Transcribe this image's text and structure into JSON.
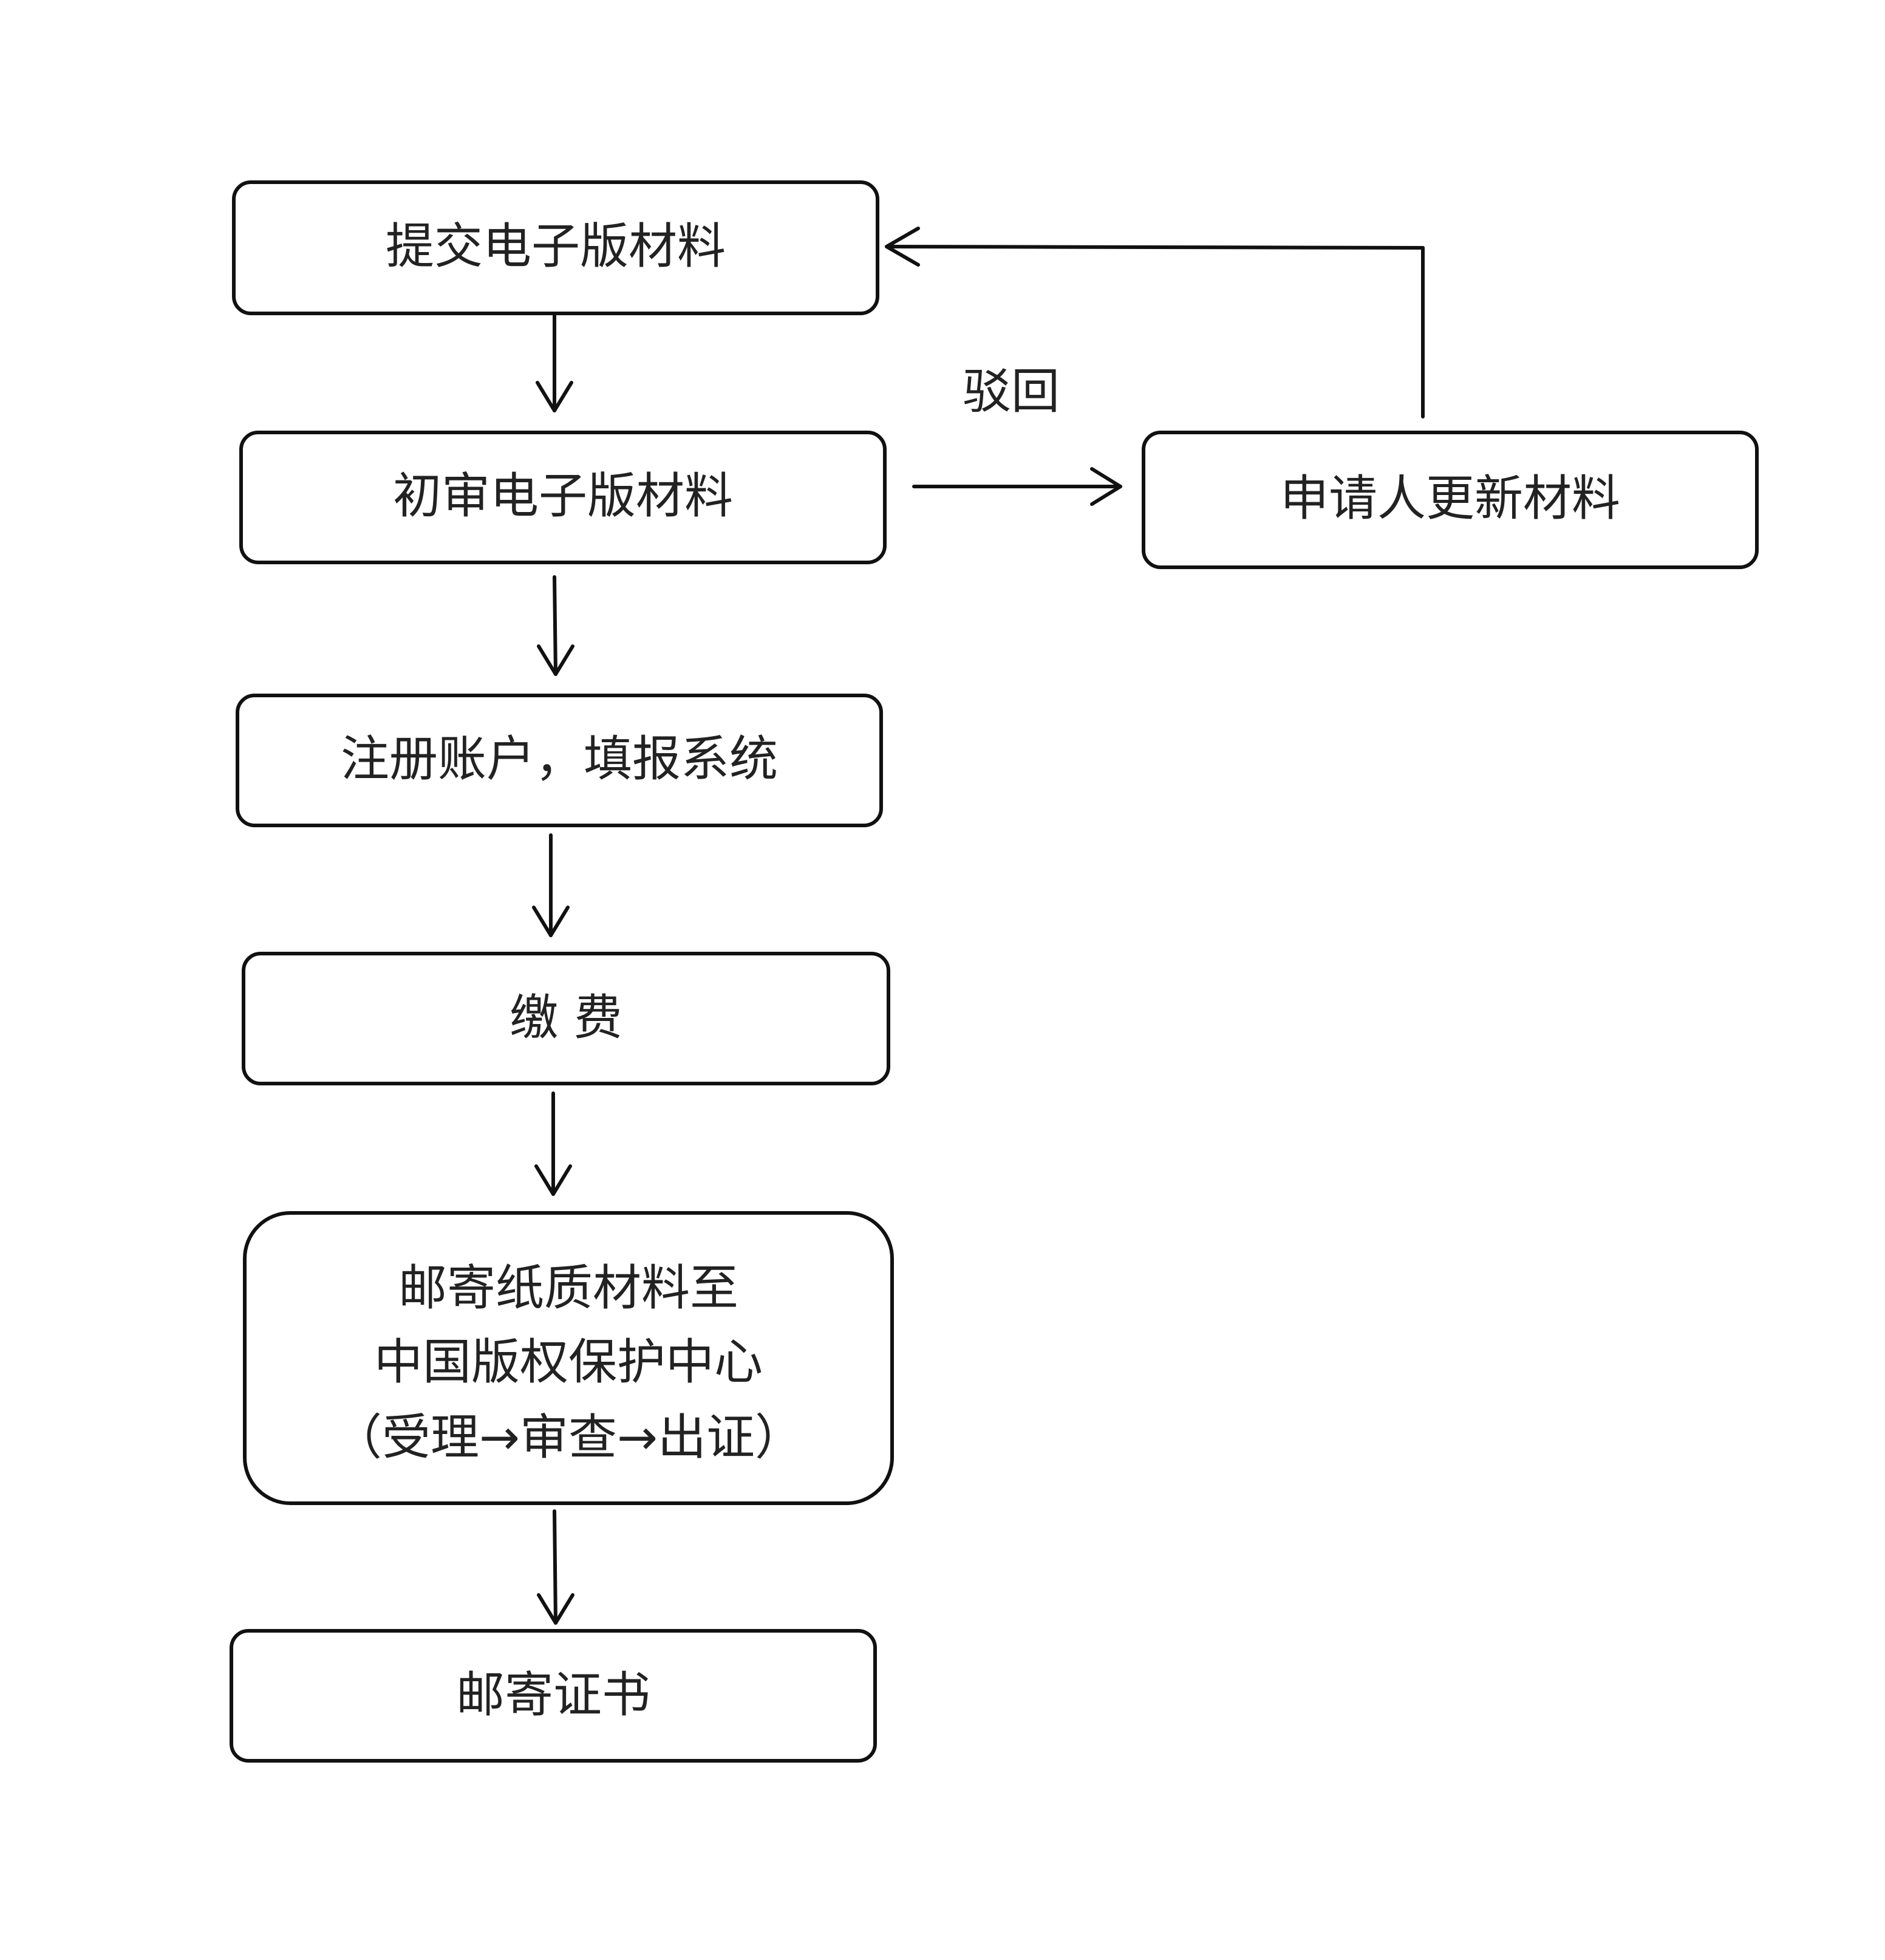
{
  "steps": {
    "submit": "提交电子版材料",
    "preliminary_review": "初审电子版材料",
    "register": "注册账户，填报系统",
    "payment": "缴 费",
    "mail_materials": {
      "line1": "邮寄纸质材料至",
      "line2": "中国版权保护中心",
      "line3": "（受理→审查→出证）"
    },
    "mail_certificate": "邮寄证书"
  },
  "side": {
    "update": "申请人更新材料",
    "rejected": "驳回"
  },
  "colors": {
    "stroke": "#111111",
    "text": "#222222",
    "background": "#ffffff"
  }
}
